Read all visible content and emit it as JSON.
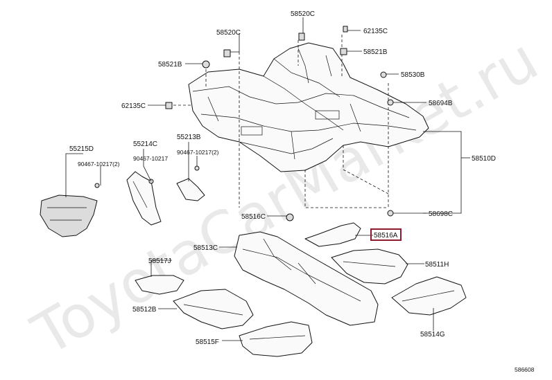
{
  "watermark": "ToyotaCarMarket.ru",
  "diagram_code": "586608",
  "labels": {
    "p58520C_a": "58520C",
    "p58520C_b": "58520C",
    "p62135C_a": "62135C",
    "p62135C_b": "62135C",
    "p58521B_a": "58521B",
    "p58521B_b": "58521B",
    "p58530B": "58530B",
    "p58694B": "58694B",
    "p58510D": "58510D",
    "p58698C": "58698C",
    "p55215D": "55215D",
    "p90467_a": "90467-10217(2)",
    "p55214C": "55214C",
    "p90467_b": "90467-10217",
    "p55213B": "55213B",
    "p90467_c": "90467-10217(2)",
    "p58516C": "58516C",
    "p58516A": "58516A",
    "p58513C": "58513C",
    "p58511H": "58511H",
    "p58517J": "58517J",
    "p58512B": "58512B",
    "p58514G": "58514G",
    "p58515F": "58515F"
  },
  "highlight_color": "#8b1a2e"
}
